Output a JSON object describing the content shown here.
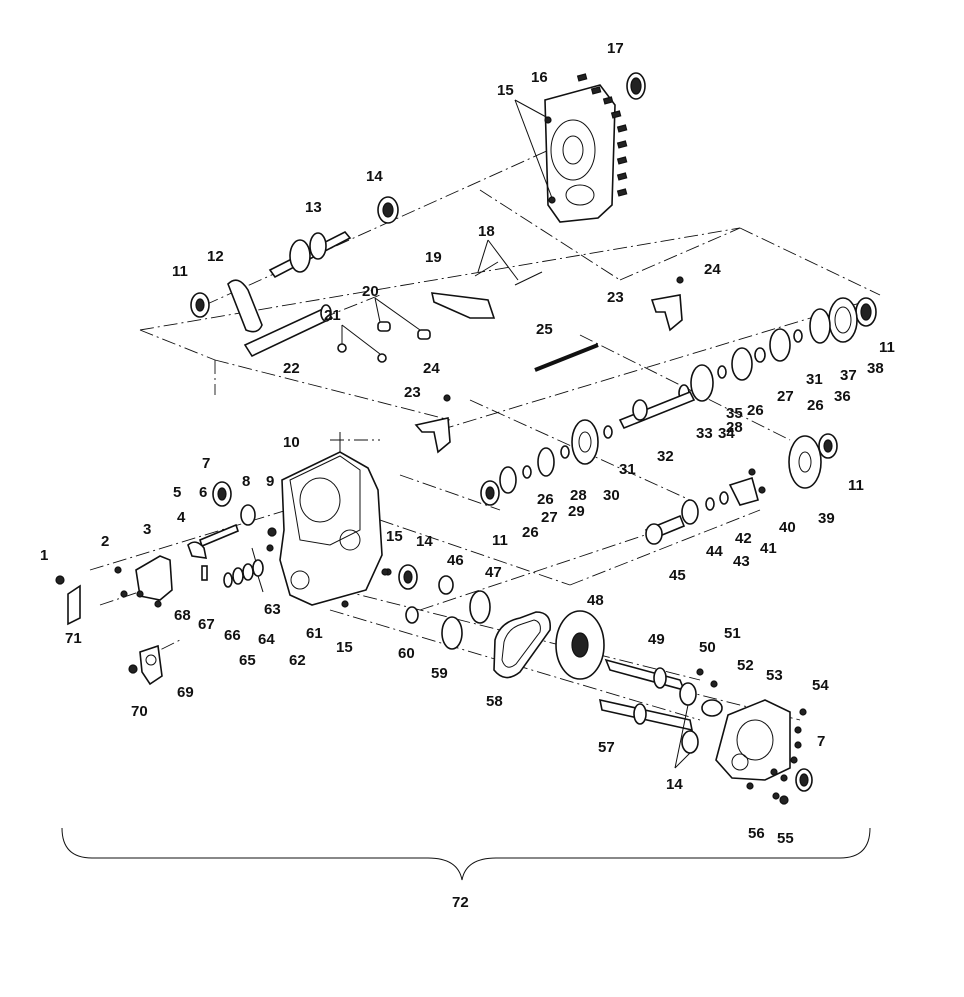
{
  "diagram": {
    "assembly_label": "72",
    "callouts": [
      "1",
      "2",
      "3",
      "4",
      "5",
      "6",
      "7",
      "7",
      "8",
      "9",
      "10",
      "11",
      "11",
      "11",
      "12",
      "13",
      "14",
      "14",
      "14",
      "15",
      "15",
      "15",
      "16",
      "17",
      "18",
      "19",
      "20",
      "21",
      "22",
      "23",
      "23",
      "24",
      "24",
      "25",
      "26",
      "26",
      "26",
      "27",
      "27",
      "28",
      "28",
      "29",
      "30",
      "31",
      "31",
      "32",
      "33",
      "34",
      "35",
      "36",
      "37",
      "38",
      "39",
      "40",
      "41",
      "42",
      "43",
      "44",
      "45",
      "46",
      "47",
      "48",
      "49",
      "50",
      "51",
      "52",
      "53",
      "54",
      "55",
      "56",
      "57",
      "58",
      "59",
      "60",
      "61",
      "62",
      "63",
      "64",
      "65",
      "66",
      "67",
      "68",
      "69",
      "70",
      "71"
    ]
  }
}
